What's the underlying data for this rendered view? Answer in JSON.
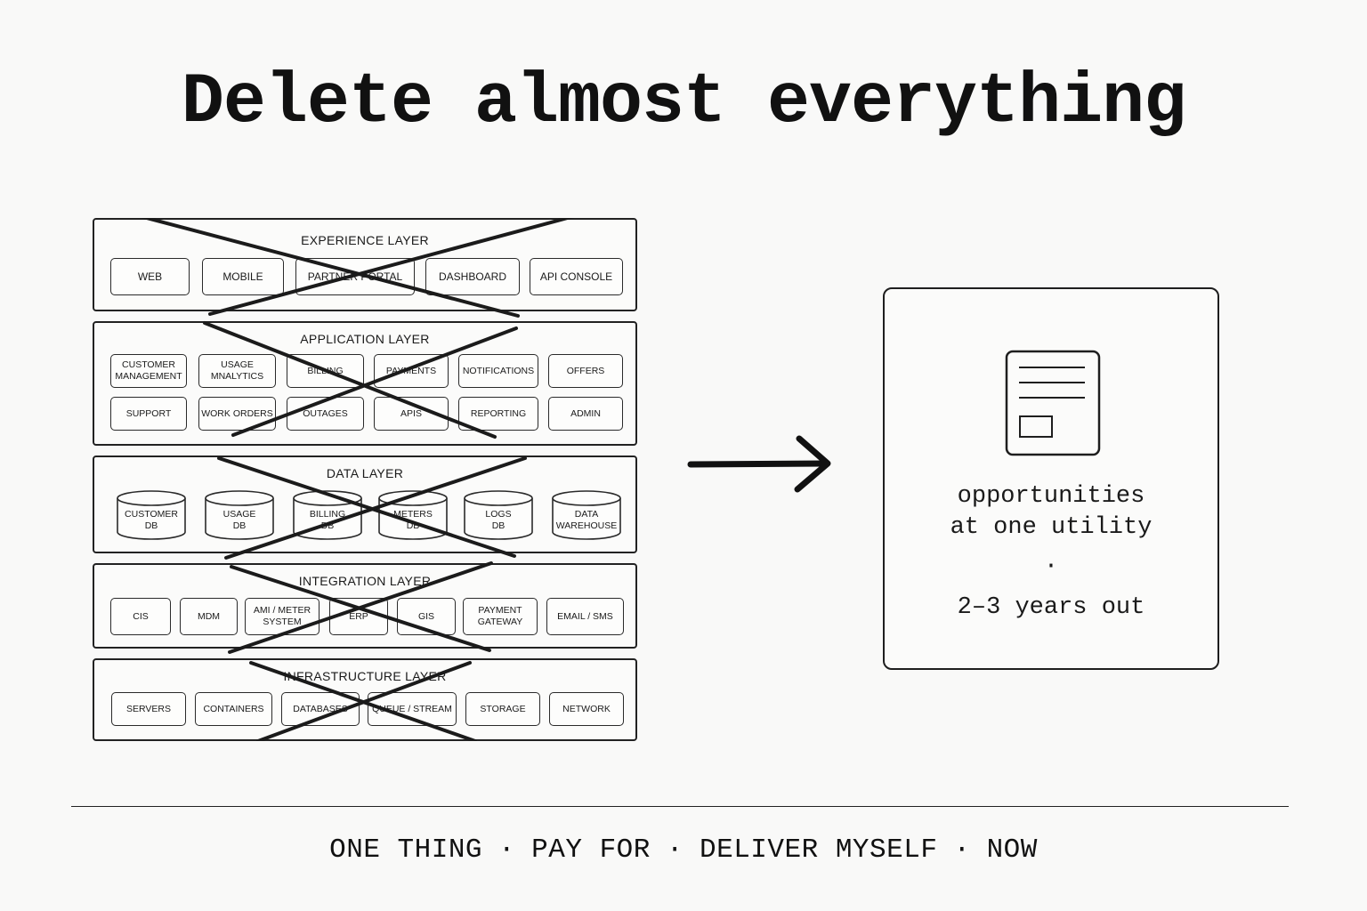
{
  "title": "Delete almost everything",
  "layers": {
    "experience": {
      "name": "EXPERIENCE LAYER",
      "items": [
        "WEB",
        "MOBILE",
        "PARTNER PORTAL",
        "DASHBOARD",
        "API CONSOLE"
      ]
    },
    "application": {
      "name": "APPLICATION LAYER",
      "items": [
        "CUSTOMER\nMANAGEMENT",
        "USAGE\nMNALYTICS",
        "BILLING",
        "PAYMENTS",
        "NOTIFICATIONS",
        "OFFERS",
        "SUPPORT",
        "WORK ORDERS",
        "OUTAGES",
        "APIS",
        "REPORTING",
        "ADMIN"
      ]
    },
    "data": {
      "name": "DATA LAYER",
      "items": [
        "CUSTOMER\nDB",
        "USAGE\nDB",
        "BILLING\nDB",
        "METERS\nDB",
        "LOGS\nDB",
        "DATA\nWAREHOUSE"
      ]
    },
    "integration": {
      "name": "INTEGRATION LAYER",
      "items": [
        "CIS",
        "MDM",
        "AMI / METER\nSYSTEM",
        "ERP",
        "GIS",
        "PAYMENT\nGATEWAY",
        "EMAIL / SMS"
      ]
    },
    "infrastructure": {
      "name": "INFRASTRUCTURE LAYER",
      "items": [
        "SERVERS",
        "CONTAINERS",
        "DATABASES",
        "QUEUE / STREAM",
        "STORAGE",
        "NETWORK"
      ]
    }
  },
  "result_card": {
    "icon": "document-icon",
    "line1": "opportunities",
    "line2": "at one utility",
    "dot": "·",
    "line3": "2–3 years out"
  },
  "footer": {
    "items": [
      "ONE THING",
      "PAY FOR",
      "DELIVER MYSELF",
      "NOW"
    ],
    "separator": "·"
  }
}
